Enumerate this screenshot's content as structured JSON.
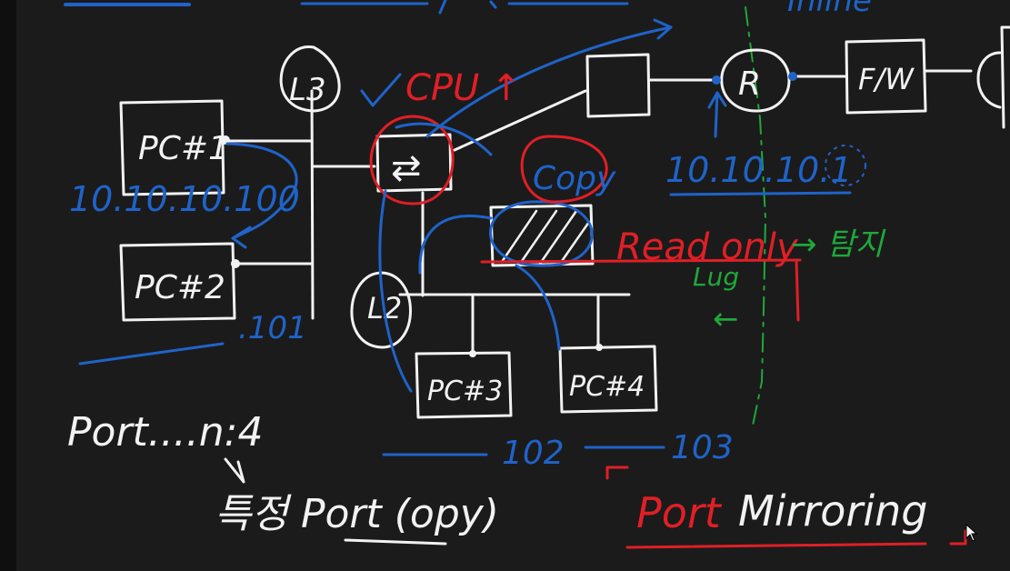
{
  "colors": {
    "background": "#1b1b1b",
    "white_ink": "#f2f2f2",
    "blue_ink": "#1f63c9",
    "red_ink": "#e01f26",
    "green_ink": "#1fa83a",
    "left_strip": "#0f0f0f"
  },
  "top_partial": {
    "inline_label": "Inline"
  },
  "devices": {
    "pc1_label": "PC#1",
    "pc2_label": "PC#2",
    "pc3_label": "PC#3",
    "pc4_label": "PC#4",
    "l3_label": "L3",
    "l2_label": "L2",
    "switch_label": "⇄",
    "router_label": "R",
    "firewall_label": "F/W"
  },
  "addresses": {
    "pc1_ip": "10.10.10.100",
    "pc2_suffix": ".101",
    "pc3_suffix": "102",
    "pc4_suffix": "103",
    "router_ip": "10.10.10.1"
  },
  "annotations": {
    "cpu": "CPU ↑",
    "copy": "Copy",
    "read_only": "Read only",
    "read_only_arrow": "→ 탐지",
    "green_note": "Lug",
    "green_arrow": "←"
  },
  "notes": {
    "port_line": "Port....n:4",
    "specific_port": "특정 Port (opy)",
    "port_mirroring_prefix": "Port",
    "port_mirroring_suffix": "Mirroring"
  },
  "icons": {
    "cursor": "mouse-pointer-icon",
    "check": "checkmark-icon"
  }
}
